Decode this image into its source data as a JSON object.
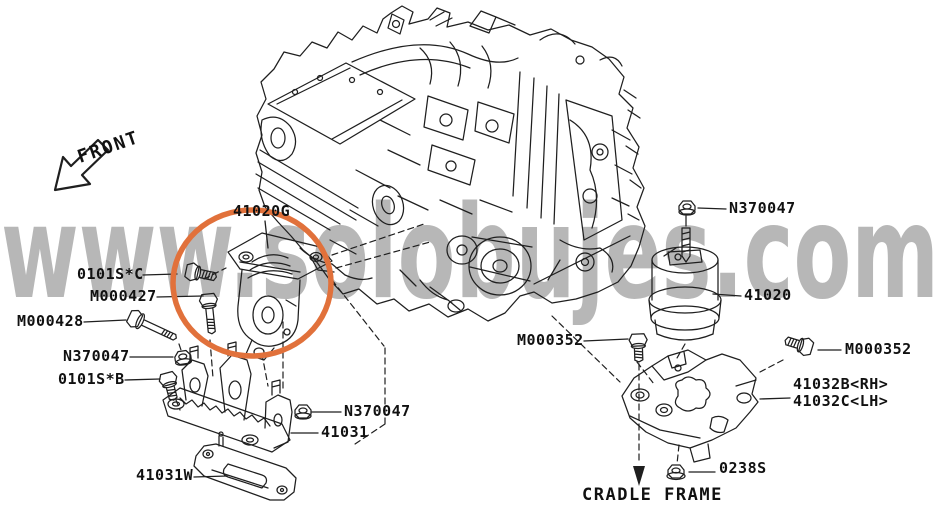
{
  "diagram": {
    "title_hint": "engine mounting exploded parts diagram",
    "front_label": "FRONT",
    "cradle_frame_label": "CRADLE FRAME",
    "watermark": "www.solobujes.com",
    "colors": {
      "highlight_circle": "#e1713b",
      "line_art": "#1f1f1f",
      "watermark_fill": "#b0b0b0",
      "watermark_outline": "#ffffff"
    },
    "parts": {
      "p41020g": "41020G",
      "p0101s_c": "0101S*C",
      "pm000427": "M000427",
      "pm000428": "M000428",
      "pn370047_left": "N370047",
      "p0101s_b": "0101S*B",
      "pn370047_mid": "N370047",
      "p41031": "41031",
      "p41031w": "41031W",
      "pn370047_right": "N370047",
      "p41020": "41020",
      "pm000352_left": "M000352",
      "pm000352_right": "M000352",
      "p41032b": "41032B<RH>",
      "p41032c": "41032C<LH>",
      "p0238s": "0238S"
    }
  }
}
